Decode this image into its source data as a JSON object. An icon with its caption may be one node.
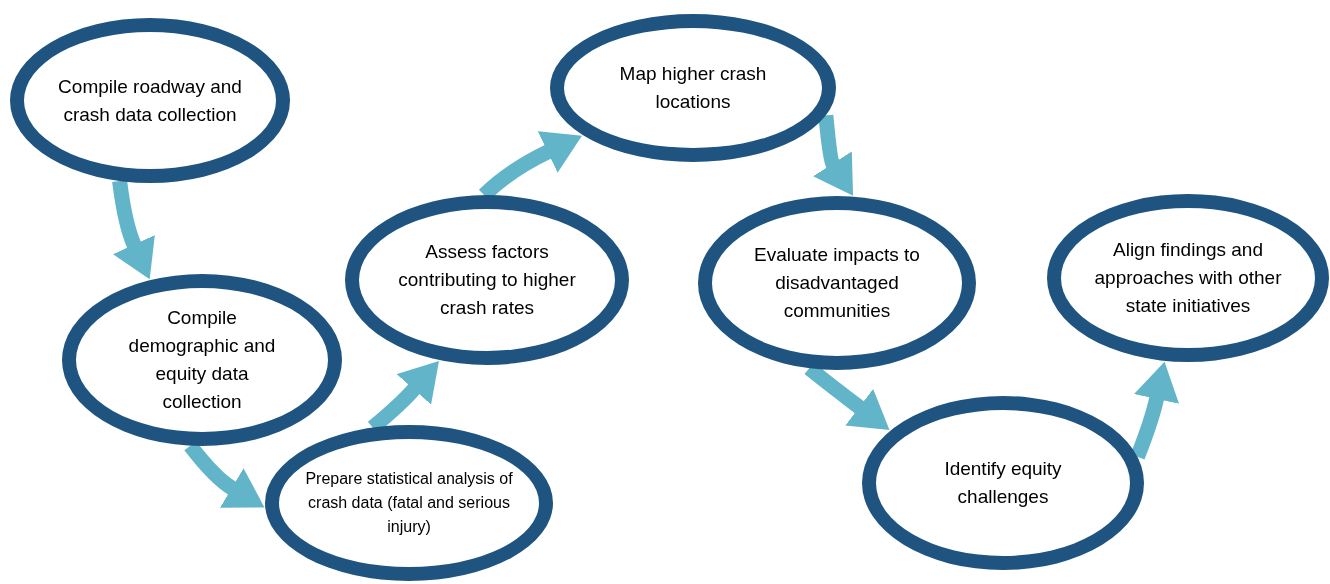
{
  "diagram": {
    "nodes": [
      {
        "text": [
          "Compile roadway and crash data collection"
        ]
      },
      {
        "text": [
          "Compile demographic and equity data collection"
        ]
      },
      {
        "text": [
          "Prepare statistical analysis of crash data (fatal and serious injury)"
        ]
      },
      {
        "text": [
          "Assess factors contributing to higher crash rates"
        ]
      },
      {
        "text": [
          "Map higher crash locations"
        ]
      },
      {
        "text": [
          "Evaluate impacts to disadvantaged communities"
        ]
      },
      {
        "text": [
          "Identify equity challenges"
        ]
      },
      {
        "text": [
          "Align findings and approaches with other state initiatives"
        ]
      }
    ],
    "edges": [
      {
        "from": 0,
        "to": 1,
        "arrow": "to"
      },
      {
        "from": 1,
        "to": 2,
        "arrow": "to"
      },
      {
        "from": 2,
        "to": 3,
        "arrow": "to"
      },
      {
        "from": 3,
        "to": 4,
        "arrow": "to"
      },
      {
        "from": 4,
        "to": 5,
        "arrow": "to"
      },
      {
        "from": 5,
        "to": 6,
        "arrow": "to"
      },
      {
        "from": 6,
        "to": 7,
        "arrow": "to"
      }
    ]
  }
}
